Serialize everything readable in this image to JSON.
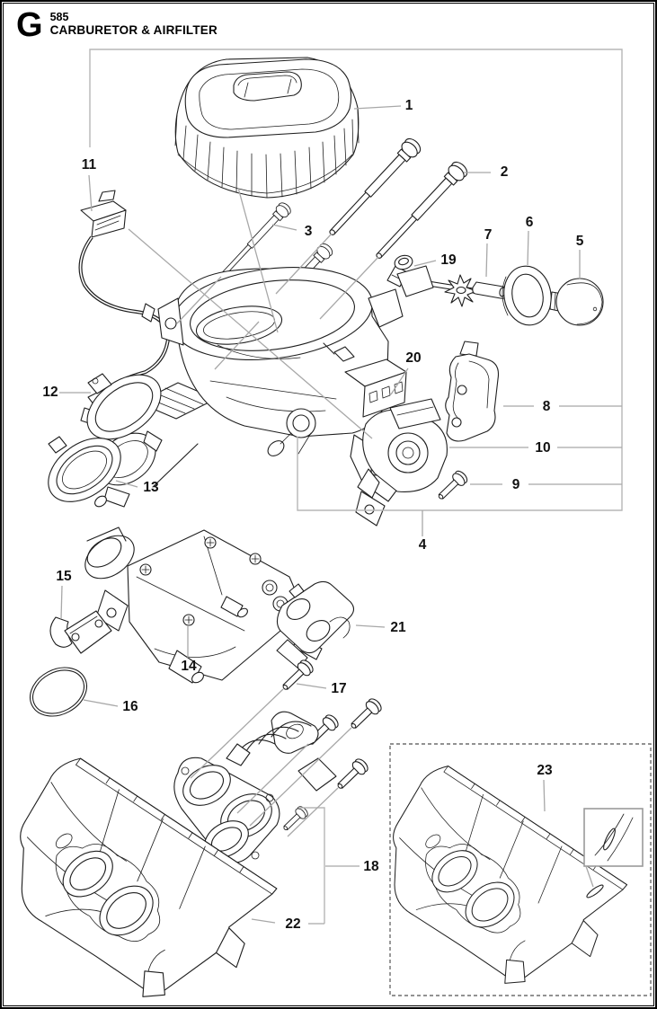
{
  "header": {
    "section_letter": "G",
    "model": "585",
    "title": "CARBURETOR & AIRFILTER"
  },
  "diagram": {
    "type": "exploded-parts-view",
    "callouts": [
      "1",
      "2",
      "3",
      "4",
      "5",
      "6",
      "7",
      "8",
      "9",
      "10",
      "11",
      "12",
      "13",
      "14",
      "15",
      "16",
      "17",
      "18",
      "19",
      "20",
      "21",
      "22",
      "23"
    ]
  },
  "colors": {
    "background": "#ffffff",
    "part_outline": "#1f1f1f",
    "leader_line": "#a8a8a8",
    "frame_line": "#b7b7b7",
    "dashed_box": "#6e6e6e",
    "callout_text": "#111111",
    "page_border": "#000000"
  }
}
